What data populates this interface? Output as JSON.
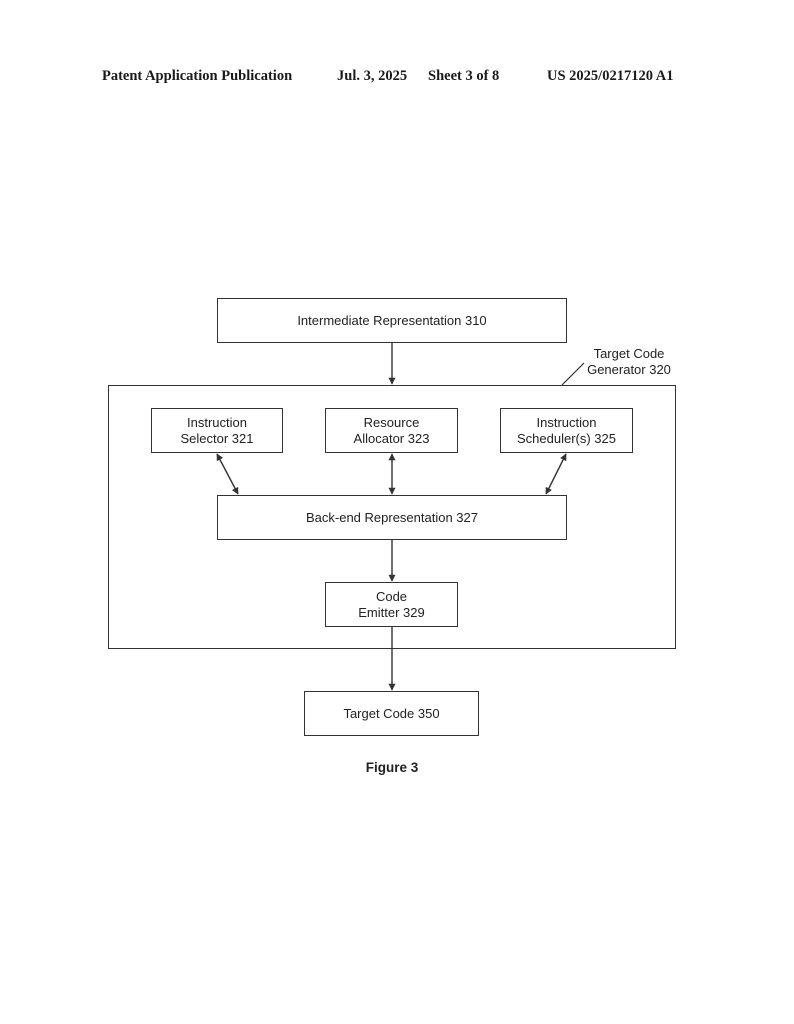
{
  "header": {
    "publication": "Patent Application Publication",
    "date": "Jul. 3, 2025",
    "sheet": "Sheet 3 of 8",
    "number": "US 2025/0217120 A1"
  },
  "diagram": {
    "intermediate_representation": "Intermediate Representation 310",
    "target_code_generator": {
      "line1": "Target Code",
      "line2": "Generator 320"
    },
    "instruction_selector": {
      "line1": "Instruction",
      "line2": "Selector 321"
    },
    "resource_allocator": {
      "line1": "Resource",
      "line2": "Allocator 323"
    },
    "instruction_scheduler": {
      "line1": "Instruction",
      "line2": "Scheduler(s) 325"
    },
    "back_end_representation": "Back-end Representation 327",
    "code_emitter": {
      "line1": "Code",
      "line2": "Emitter 329"
    },
    "target_code": "Target Code 350"
  },
  "caption": "Figure 3"
}
